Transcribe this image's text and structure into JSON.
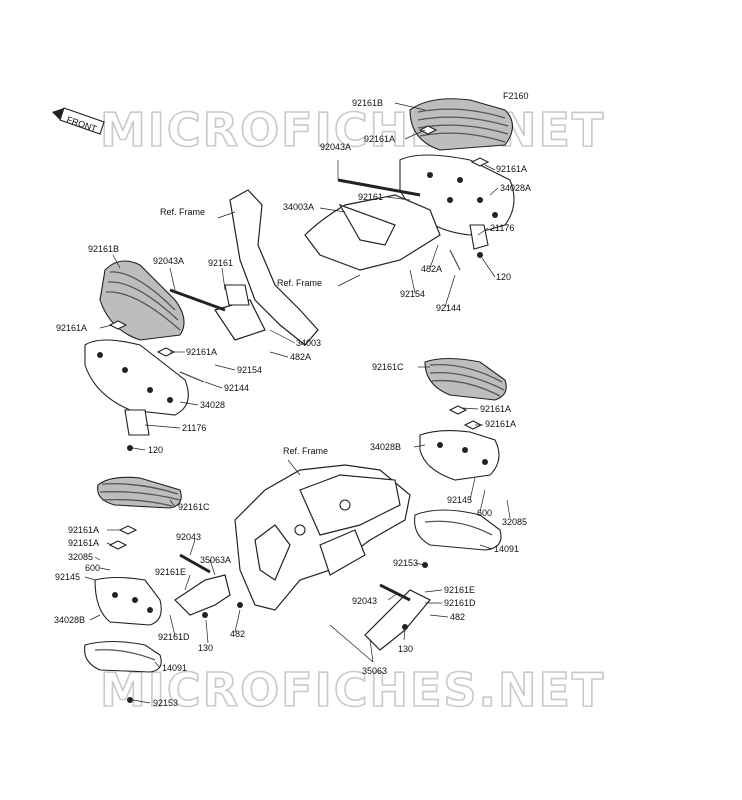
{
  "diagram": {
    "code": "F2160",
    "watermark_top": "MICROFICHES.NET",
    "watermark_bottom": "MICROFICHES.NET",
    "front_arrow_text": "FRONT",
    "ref_frame": "Ref. Frame",
    "labels": {
      "l92161B_top": "92161B",
      "l92161A_top": "92161A",
      "l92043A_top": "92043A",
      "l92161A_tr": "92161A",
      "l34028A": "34028A",
      "l34003A": "34003A",
      "l92161_top": "92161",
      "l21176_tr": "21176",
      "l120_tr": "120",
      "l482A_top": "482A",
      "l92154_top": "92154",
      "l92144_top": "92144",
      "l92161B_left": "92161B",
      "l92043A_left": "92043A",
      "l92161_left": "92161",
      "l92161A_left": "92161A",
      "l92161A_left2": "92161A",
      "l34003": "34003",
      "l482A_left": "482A",
      "l92154_left": "92154",
      "l92144_left": "92144",
      "l34028": "34028",
      "l21176_left": "21176",
      "l120_left": "120",
      "l92161C_right": "92161C",
      "l92161A_r1": "92161A",
      "l92161A_r2": "92161A",
      "l34028B_right": "34028B",
      "l92145_right": "92145",
      "l600_right": "600",
      "l32085_right": "32085",
      "l14091_right": "14091",
      "l92153_right": "92153",
      "l92161E_right": "92161E",
      "l92161D_right": "92161D",
      "l92043_right": "92043",
      "l482_right": "482",
      "l130_right": "130",
      "l35063_right": "35063",
      "l92161C_left": "92161C",
      "l92161A_bl1": "92161A",
      "l92161A_bl2": "92161A",
      "l32085_left": "32085",
      "l600_left": "600",
      "l92145_left": "92145",
      "l92043_left": "92043",
      "l35063A": "35063A",
      "l92161E_left": "92161E",
      "l34028B_left": "34028B",
      "l92161D_left": "92161D",
      "l130_left": "130",
      "l482_left": "482",
      "l14091_left": "14091",
      "l92153_left": "92153"
    }
  }
}
